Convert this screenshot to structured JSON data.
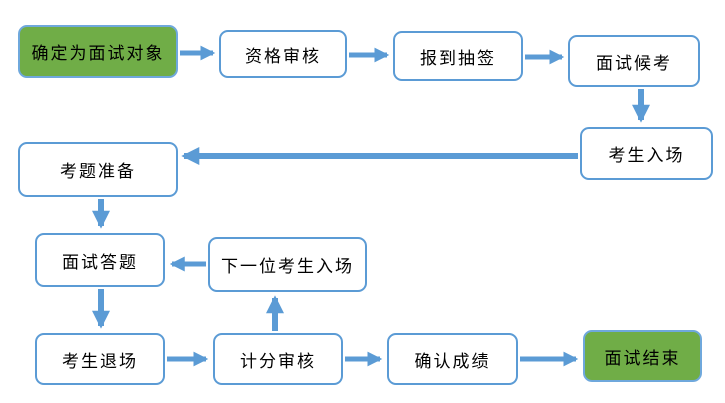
{
  "diagram": {
    "description": "Interview process flowchart",
    "colors": {
      "arrow": "#5B9BD5",
      "process_border": "#5B9BD5",
      "process_fill": "#FFFFFF",
      "terminal_fill": "#70AD47",
      "terminal_border": "#6FA8DC",
      "text": "#000000",
      "background": "#FFFFFF"
    },
    "nodes": [
      {
        "id": "start",
        "label": "确定为面试对象",
        "type": "terminal"
      },
      {
        "id": "qualification-review",
        "label": "资格审核",
        "type": "process"
      },
      {
        "id": "checkin-draw",
        "label": "报到抽签",
        "type": "process"
      },
      {
        "id": "interview-waiting",
        "label": "面试候考",
        "type": "process"
      },
      {
        "id": "candidate-enter",
        "label": "考生入场",
        "type": "process"
      },
      {
        "id": "question-preparation",
        "label": "考题准备",
        "type": "process"
      },
      {
        "id": "interview-answer",
        "label": "面试答题",
        "type": "process"
      },
      {
        "id": "next-candidate-enter",
        "label": "下一位考生入场",
        "type": "process"
      },
      {
        "id": "candidate-exit",
        "label": "考生退场",
        "type": "process"
      },
      {
        "id": "score-review",
        "label": "计分审核",
        "type": "process"
      },
      {
        "id": "confirm-score",
        "label": "确认成绩",
        "type": "process"
      },
      {
        "id": "end",
        "label": "面试结束",
        "type": "terminal"
      }
    ],
    "edges": [
      {
        "from": "start",
        "to": "qualification-review",
        "direction": "right"
      },
      {
        "from": "qualification-review",
        "to": "checkin-draw",
        "direction": "right"
      },
      {
        "from": "checkin-draw",
        "to": "interview-waiting",
        "direction": "right"
      },
      {
        "from": "interview-waiting",
        "to": "candidate-enter",
        "direction": "down"
      },
      {
        "from": "candidate-enter",
        "to": "question-preparation",
        "direction": "left"
      },
      {
        "from": "question-preparation",
        "to": "interview-answer",
        "direction": "down"
      },
      {
        "from": "next-candidate-enter",
        "to": "interview-answer",
        "direction": "left"
      },
      {
        "from": "interview-answer",
        "to": "candidate-exit",
        "direction": "down"
      },
      {
        "from": "candidate-exit",
        "to": "score-review",
        "direction": "right"
      },
      {
        "from": "score-review",
        "to": "next-candidate-enter",
        "direction": "up"
      },
      {
        "from": "score-review",
        "to": "confirm-score",
        "direction": "right"
      },
      {
        "from": "confirm-score",
        "to": "end",
        "direction": "right"
      }
    ]
  }
}
